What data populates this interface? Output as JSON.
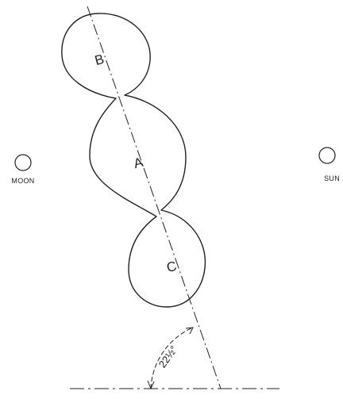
{
  "figure": {
    "labels": {
      "a": "A",
      "b": "B",
      "c": "C",
      "moon": "MOON",
      "sun": "SUN",
      "angle": "22½°"
    }
  }
}
